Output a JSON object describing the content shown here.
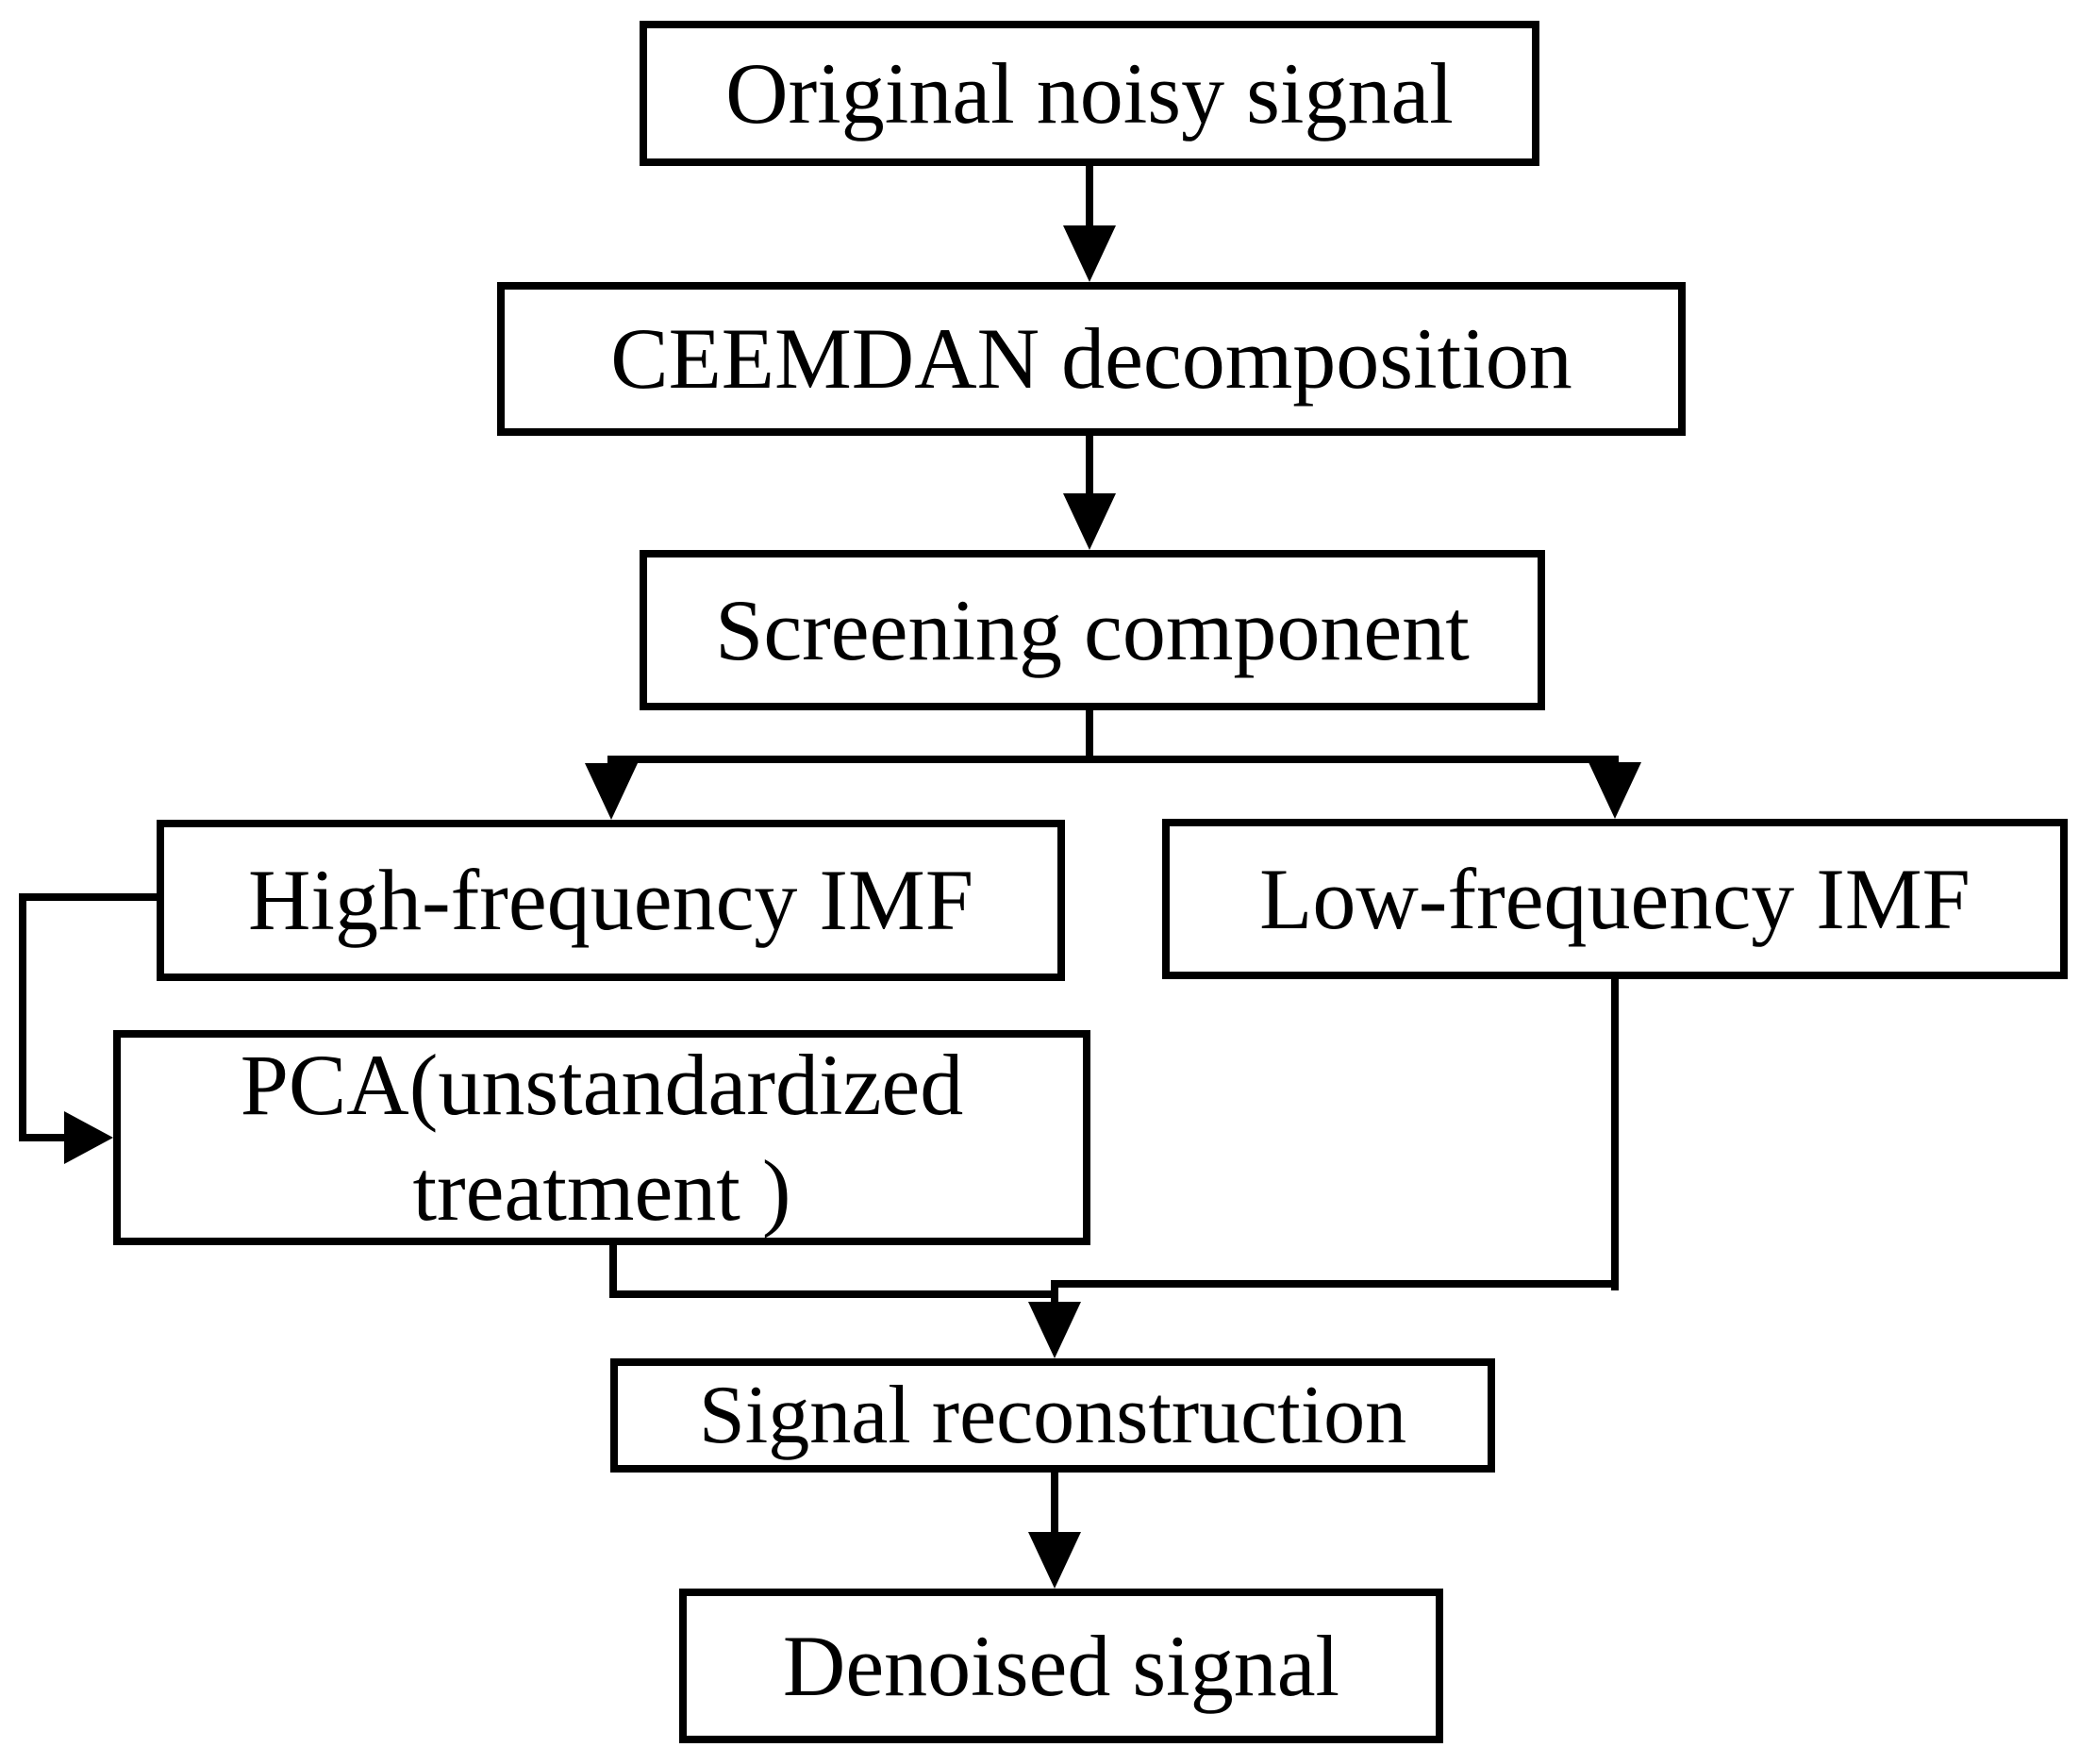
{
  "diagram": {
    "type": "flowchart",
    "nodes": {
      "original": {
        "label": "Original noisy signal"
      },
      "ceemdan": {
        "label": "CEEMDAN decomposition"
      },
      "screening": {
        "label": "Screening component"
      },
      "high_freq": {
        "label": "High-frequency IMF"
      },
      "low_freq": {
        "label": "Low-frequency IMF"
      },
      "pca": {
        "lines": [
          "PCA(unstandardized",
          "treatment )"
        ]
      },
      "reconstruction": {
        "label": "Signal reconstruction"
      },
      "denoised": {
        "label": "Denoised signal"
      }
    },
    "edges": [
      {
        "from": "Original noisy signal",
        "to": "CEEMDAN decomposition"
      },
      {
        "from": "CEEMDAN decomposition",
        "to": "Screening component"
      },
      {
        "from": "Screening component",
        "to": "High-frequency IMF"
      },
      {
        "from": "Screening component",
        "to": "Low-frequency IMF"
      },
      {
        "from": "High-frequency IMF",
        "to": "PCA(unstandardized treatment )"
      },
      {
        "from": "PCA(unstandardized treatment )",
        "to": "Signal reconstruction"
      },
      {
        "from": "Low-frequency IMF",
        "to": "Signal reconstruction"
      },
      {
        "from": "Signal reconstruction",
        "to": "Denoised signal"
      }
    ],
    "colors": {
      "line": "#000000",
      "box_fill": "#ffffff",
      "background": "#ffffff"
    }
  }
}
